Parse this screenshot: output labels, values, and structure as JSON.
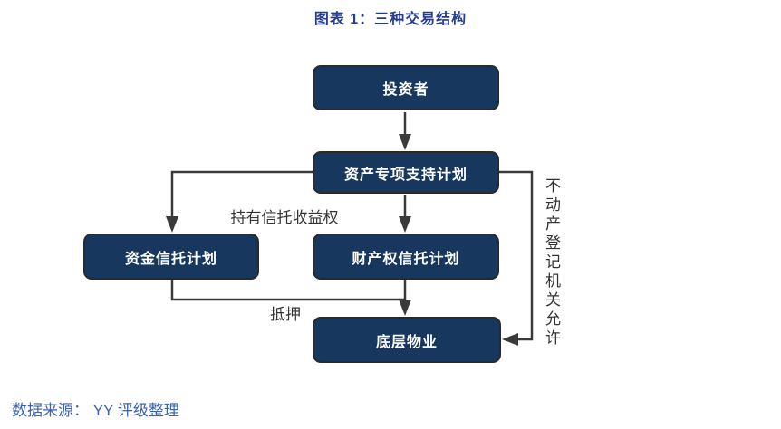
{
  "title": "图表 1：三种交易结构",
  "colors": {
    "box_fill": "#17375E",
    "box_border": "#2A2A2A",
    "title_color": "#263C8F",
    "arrow_color": "#3A3A3A",
    "footer_color": "#3B63AE"
  },
  "diagram": {
    "nodes": [
      {
        "id": "investor",
        "label": "投资者"
      },
      {
        "id": "asset-plan",
        "label": "资产专项支持计划"
      },
      {
        "id": "fund-trust",
        "label": "资金信托计划"
      },
      {
        "id": "property-trust",
        "label": "财产权信托计划"
      },
      {
        "id": "underlying-property",
        "label": "底层物业"
      }
    ],
    "edge_labels": [
      {
        "id": "hold-trust-income-right",
        "label": "持有信托收益权"
      },
      {
        "id": "mortgage",
        "label": "抵押"
      },
      {
        "id": "registration-permission",
        "label": "不动产登记机关允许"
      }
    ]
  },
  "footer": {
    "source_label": "数据来源： YY 评级整理"
  }
}
